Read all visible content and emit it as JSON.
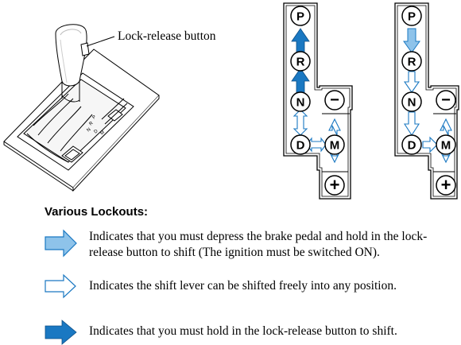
{
  "lever_label": "Lock-release button",
  "gate_positions": [
    "P",
    "R",
    "N",
    "D",
    "M"
  ],
  "gate_minus": "−",
  "gate_plus": "+",
  "lever_dial_letters": [
    "P",
    "R",
    "N",
    "D",
    "M"
  ],
  "heading": "Various Lockouts:",
  "legend": [
    {
      "arrow": "brake-and-button",
      "text": "Indicates that you must depress the brake pedal and hold in the lock-release button to shift (The ignition must be switched ON)."
    },
    {
      "arrow": "free",
      "text": "Indicates the shift lever can be shifted freely into any position."
    },
    {
      "arrow": "button-only",
      "text": "Indicates that you must hold in the lock-release button to shift."
    }
  ],
  "colors": {
    "blue": "#1a78c2",
    "light_blue": "#8ec3ea",
    "outline": "#000000"
  }
}
